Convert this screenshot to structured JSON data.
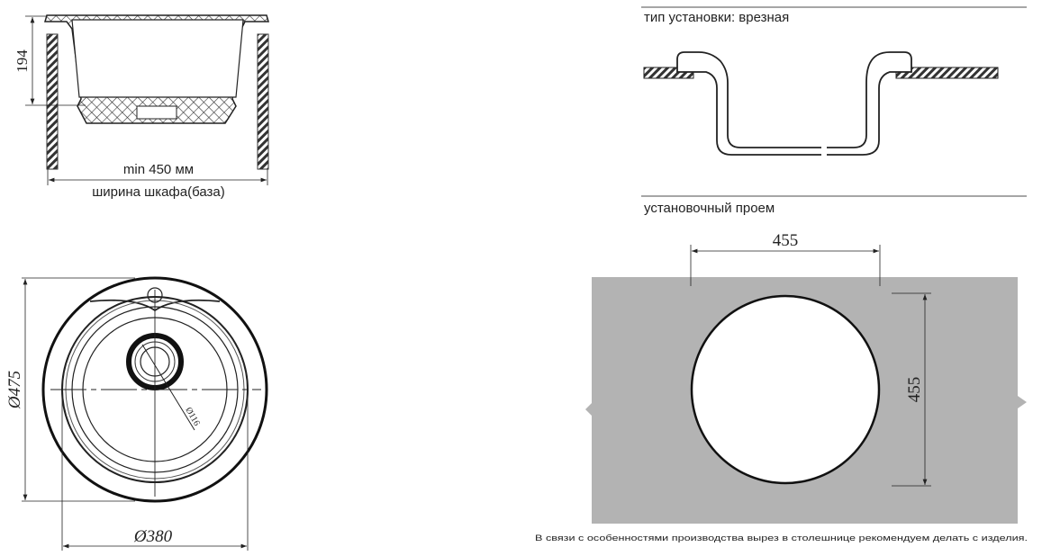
{
  "side_view": {
    "height_dim": "194",
    "min_width": "min 450 мм",
    "cabinet_label": "ширина шкафа(база)"
  },
  "top_view": {
    "outer_diameter": "Ø475",
    "bowl_diameter": "Ø380",
    "drain_diameter": "Ø116"
  },
  "install": {
    "type_label": "тип установки: врезная",
    "opening_label": "установочный проем",
    "opening_width": "455",
    "opening_height": "455"
  },
  "note": "В связи с особенностями производства вырез в столешнице рекомендуем делать с изделия.",
  "colors": {
    "countertop": "#b3b3b3",
    "line": "#222222"
  }
}
